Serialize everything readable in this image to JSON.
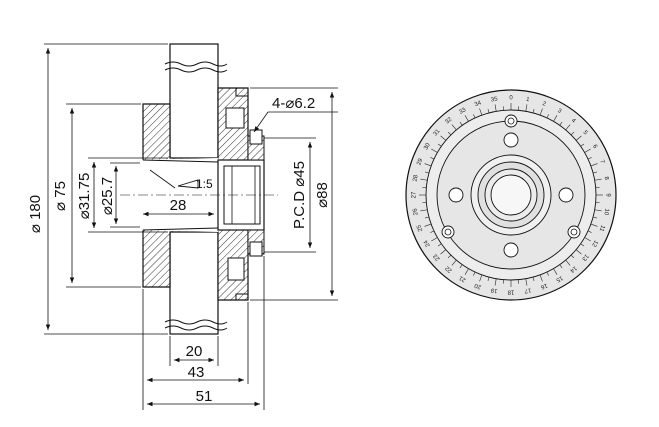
{
  "dimensions": {
    "d180": "⌀ 180",
    "d75": "⌀ 75",
    "d31": "⌀31.75",
    "d25": "⌀25.7",
    "len28": "28",
    "taper": "1:5",
    "holes": "4-⌀6.2",
    "pcd": "P.C.D ⌀45",
    "d88": "⌀88",
    "w20": "20",
    "w43": "43",
    "w51": "51"
  },
  "dial_numbers": [
    "0",
    "1",
    "2",
    "3",
    "4",
    "5",
    "6",
    "7",
    "8",
    "9",
    "10",
    "11",
    "12",
    "13",
    "14",
    "15",
    "16",
    "17",
    "18",
    "19",
    "20",
    "21",
    "22",
    "23",
    "24",
    "25",
    "26",
    "27",
    "28",
    "29",
    "30",
    "31",
    "32",
    "33",
    "34",
    "35"
  ],
  "colors": {
    "line": "#111111",
    "face": "#e6e6e6",
    "face_light": "#f2f2f2",
    "hatch": "#333333"
  }
}
